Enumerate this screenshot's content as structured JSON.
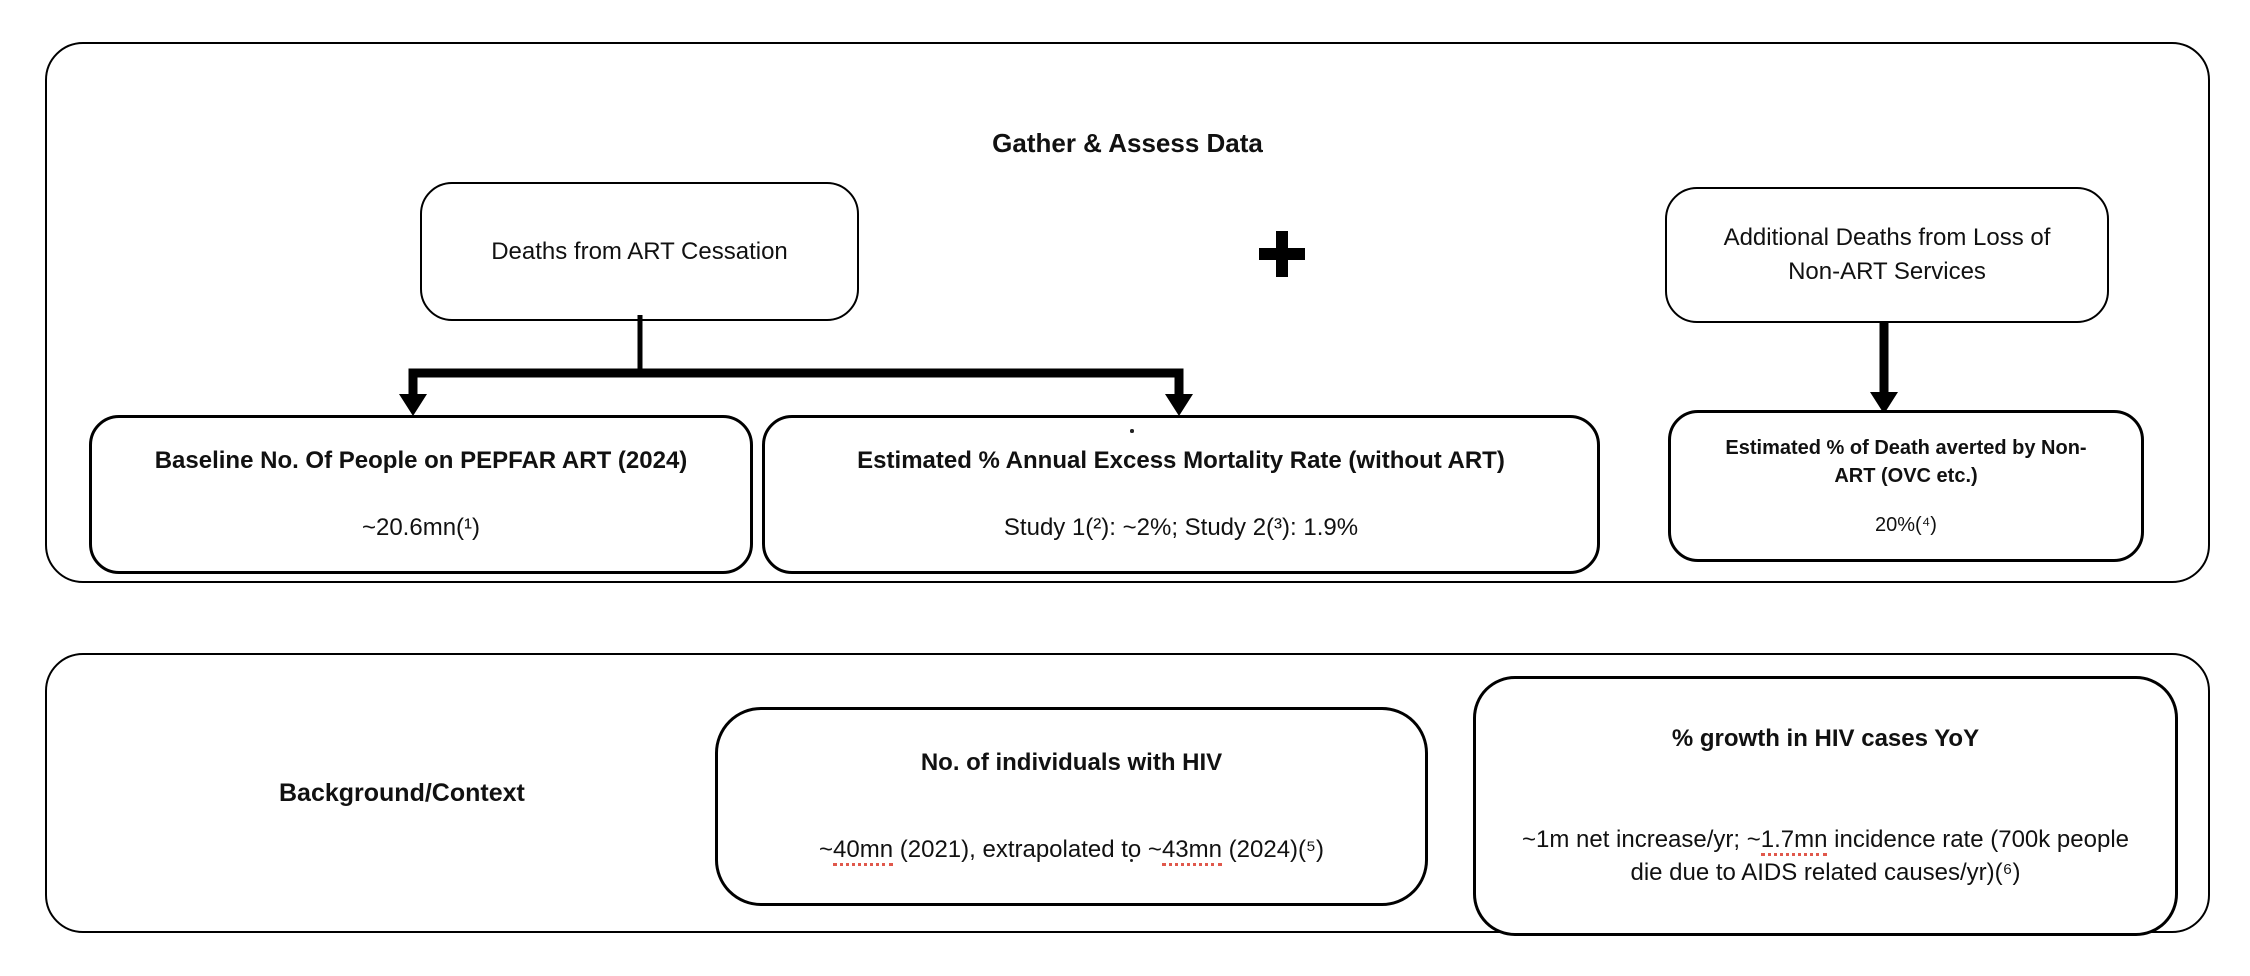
{
  "top_section": {
    "title": "Gather & Assess Data",
    "deaths_box": {
      "label": "Deaths from ART Cessation"
    },
    "plus_symbol": "+",
    "additional_deaths_box": {
      "label": "Additional Deaths from Loss of Non-ART Services"
    },
    "baseline_box": {
      "title": "Baseline No. Of People on PEPFAR ART (2024)",
      "value": "~20.6mn(¹)"
    },
    "mortality_box": {
      "title": "Estimated % Annual Excess Mortality Rate (without ART)",
      "value": "Study 1(²): ~2%; Study 2(³): 1.9%"
    },
    "averted_box": {
      "title": "Estimated % of Death averted by Non-ART (OVC etc.)",
      "value": "20%(⁴)"
    }
  },
  "bottom_section": {
    "label": "Background/Context",
    "hiv_box": {
      "title": "No. of individuals with HIV",
      "value_pre": "~",
      "value_underlined_1": "40mn",
      "value_mid": " (2021), extrapolated to ~",
      "value_underlined_2": "43mn",
      "value_post": " (2024)(⁵)"
    },
    "growth_box": {
      "title": "% growth in HIV cases YoY",
      "value_pre": "~1m net increase/yr; ~",
      "value_underlined_1": "1.7mn",
      "value_post": " incidence rate (700k people die due to AIDS related causes/yr)(⁶)"
    }
  },
  "colors": {
    "border": "#000000",
    "text": "#111111",
    "spellcheck_underline": "#e0584b",
    "background": "#ffffff"
  }
}
